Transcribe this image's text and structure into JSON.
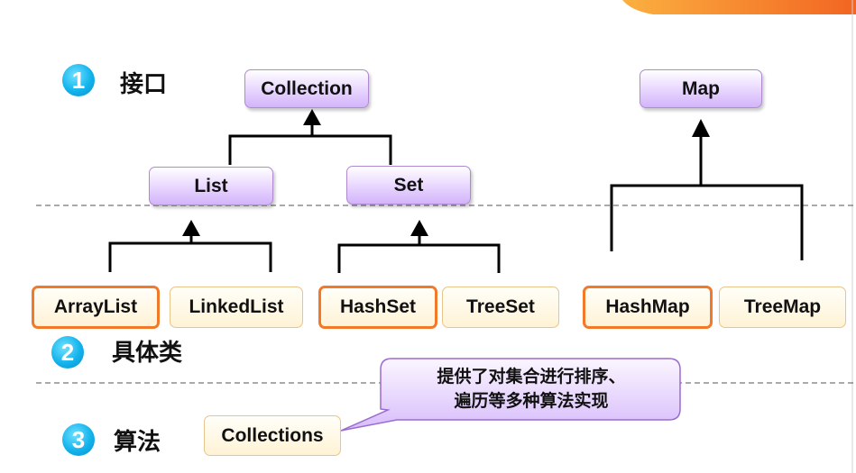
{
  "sections": [
    {
      "number": "1",
      "label": "接口"
    },
    {
      "number": "2",
      "label": "具体类"
    },
    {
      "number": "3",
      "label": "算法"
    }
  ],
  "interfaces": {
    "collection": "Collection",
    "list": "List",
    "set": "Set",
    "map": "Map"
  },
  "classes": {
    "arraylist": "ArrayList",
    "linkedlist": "LinkedList",
    "hashset": "HashSet",
    "treeset": "TreeSet",
    "hashmap": "HashMap",
    "treemap": "TreeMap"
  },
  "algorithm": {
    "box": "Collections",
    "callout_line1": "提供了对集合进行排序、",
    "callout_line2": "遍历等多种算法实现"
  },
  "colors": {
    "interface_fill": "#d2b4fa",
    "class_fill": "#fff3d6",
    "highlight_border": "#f07a2a",
    "number_badge": "#13b3ec",
    "top_banner": "#f7941d"
  }
}
